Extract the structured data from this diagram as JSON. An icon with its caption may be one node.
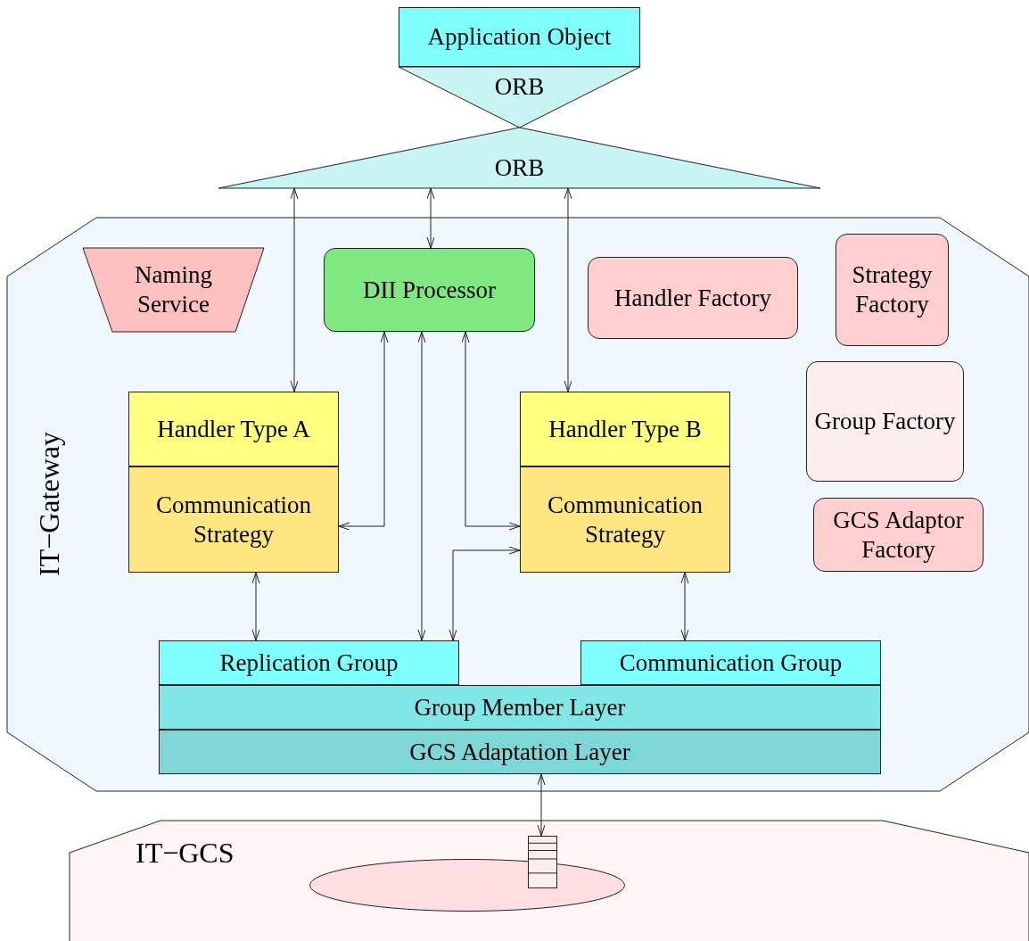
{
  "diagram": {
    "nodes": [
      {
        "text": [
          "Application Object"
        ]
      },
      {
        "text": [
          "ORB"
        ]
      },
      {
        "text": [
          "ORB"
        ]
      },
      {
        "text": [
          "IT−Gateway"
        ]
      },
      {
        "text": [
          "Naming Service"
        ],
        "in": 3
      },
      {
        "text": [
          "DII Processor"
        ],
        "in": 3
      },
      {
        "text": [
          "Handler Factory"
        ],
        "in": 3
      },
      {
        "text": [
          "Strategy Factory"
        ],
        "in": 3
      },
      {
        "text": [
          "Handler Type A"
        ],
        "in": 3
      },
      {
        "text": [
          "Communication Strategy"
        ],
        "in": 3
      },
      {
        "text": [
          "Handler Type B"
        ],
        "in": 3
      },
      {
        "text": [
          "Communication Strategy"
        ],
        "in": 3
      },
      {
        "text": [
          "Group Factory"
        ],
        "in": 3
      },
      {
        "text": [
          "GCS Adaptor Factory"
        ],
        "in": 3
      },
      {
        "text": [
          "Replication Group"
        ],
        "in": 3
      },
      {
        "text": [
          "Communication Group"
        ],
        "in": 3
      },
      {
        "text": [
          "Group Member Layer"
        ],
        "in": 3
      },
      {
        "text": [
          "GCS Adaptation Layer"
        ],
        "in": 3
      },
      {
        "text": [
          "IT−GCS"
        ]
      },
      {
        "text": [],
        "shape": "ellipse",
        "in": 18
      },
      {
        "text": [],
        "shape": "queue",
        "in": 18
      }
    ],
    "edges": [
      {
        "from": 2,
        "to": 8,
        "arrow": "both"
      },
      {
        "from": 2,
        "to": 5,
        "arrow": "both"
      },
      {
        "from": 2,
        "to": 10,
        "arrow": "both"
      },
      {
        "from": 5,
        "to": 9,
        "arrow": "both"
      },
      {
        "from": 5,
        "to": 14,
        "arrow": "both"
      },
      {
        "from": 5,
        "to": 11,
        "arrow": "both"
      },
      {
        "from": 14,
        "to": 11,
        "arrow": "both"
      },
      {
        "from": 9,
        "to": 14,
        "arrow": "both"
      },
      {
        "from": 11,
        "to": 15,
        "arrow": "both"
      },
      {
        "from": 17,
        "to": 20,
        "arrow": "both"
      }
    ]
  }
}
